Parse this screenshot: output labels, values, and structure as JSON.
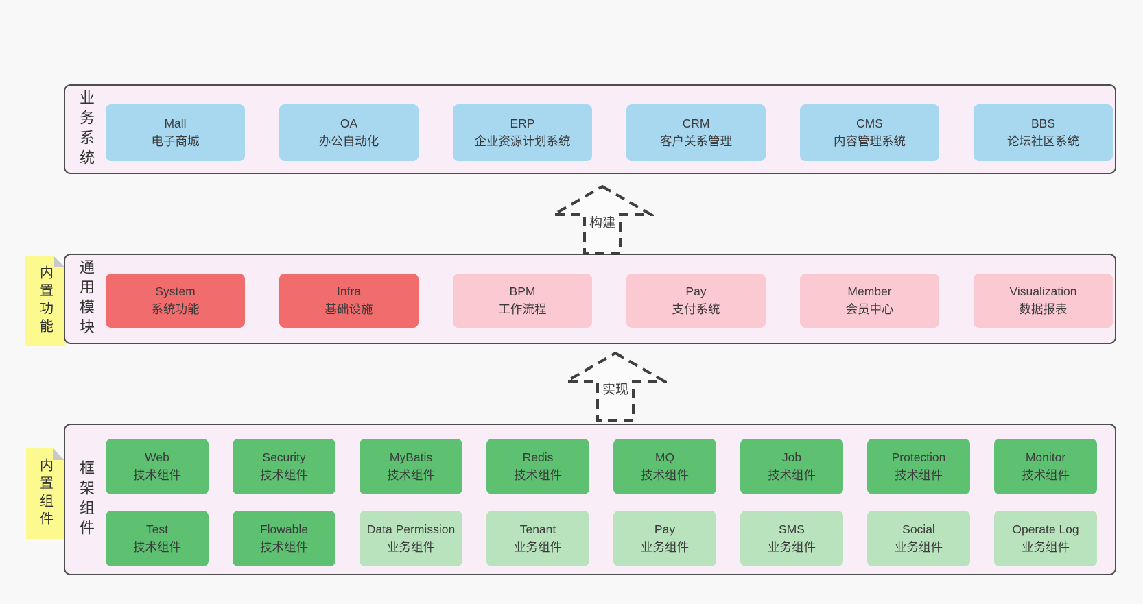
{
  "colors": {
    "page_bg": "#f8f8f8",
    "container_bg": "#f9eef7",
    "container_border": "#4d4d4d",
    "box_blue": "#a8d8f0",
    "box_red": "#f16c6c",
    "box_pink": "#fbc9d2",
    "box_green_dark": "#5ec172",
    "box_green_light": "#b8e3bd",
    "sticky_yellow": "#fcfa8e",
    "sticky_fold": "#c8c8c8",
    "text": "#3b3b3b"
  },
  "sections": {
    "business": {
      "label": "业务系统",
      "boxes": [
        {
          "title": "Mall",
          "subtitle": "电子商城"
        },
        {
          "title": "OA",
          "subtitle": "办公自动化"
        },
        {
          "title": "ERP",
          "subtitle": "企业资源计划系统"
        },
        {
          "title": "CRM",
          "subtitle": "客户关系管理"
        },
        {
          "title": "CMS",
          "subtitle": "内容管理系统"
        },
        {
          "title": "BBS",
          "subtitle": "论坛社区系统"
        }
      ]
    },
    "modules": {
      "label": "通用模块",
      "sticky": "内置功能",
      "boxes": [
        {
          "title": "System",
          "subtitle": "系统功能"
        },
        {
          "title": "Infra",
          "subtitle": "基础设施"
        },
        {
          "title": "BPM",
          "subtitle": "工作流程"
        },
        {
          "title": "Pay",
          "subtitle": "支付系统"
        },
        {
          "title": "Member",
          "subtitle": "会员中心"
        },
        {
          "title": "Visualization",
          "subtitle": "数据报表"
        }
      ]
    },
    "components": {
      "label": "框架组件",
      "sticky": "内置组件",
      "row1": [
        {
          "title": "Web",
          "subtitle": "技术组件"
        },
        {
          "title": "Security",
          "subtitle": "技术组件"
        },
        {
          "title": "MyBatis",
          "subtitle": "技术组件"
        },
        {
          "title": "Redis",
          "subtitle": "技术组件"
        },
        {
          "title": "MQ",
          "subtitle": "技术组件"
        },
        {
          "title": "Job",
          "subtitle": "技术组件"
        },
        {
          "title": "Protection",
          "subtitle": "技术组件"
        },
        {
          "title": "Monitor",
          "subtitle": "技术组件"
        }
      ],
      "row2": [
        {
          "title": "Test",
          "subtitle": "技术组件"
        },
        {
          "title": "Flowable",
          "subtitle": "技术组件"
        },
        {
          "title": "Data Permission",
          "subtitle": "业务组件"
        },
        {
          "title": "Tenant",
          "subtitle": "业务组件"
        },
        {
          "title": "Pay",
          "subtitle": "业务组件"
        },
        {
          "title": "SMS",
          "subtitle": "业务组件"
        },
        {
          "title": "Social",
          "subtitle": "业务组件"
        },
        {
          "title": "Operate Log",
          "subtitle": "业务组件"
        }
      ]
    }
  },
  "arrows": {
    "build": "构建",
    "implement": "实现"
  }
}
